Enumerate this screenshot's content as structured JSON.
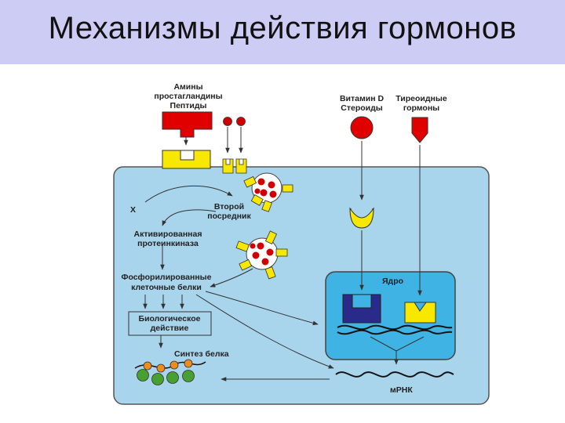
{
  "title": "Механизмы действия гормонов",
  "labels": {
    "amines": "Амины",
    "prostaglandins": "простагландины",
    "peptides": "Пептиды",
    "vitamin_d": "Витамин D",
    "steroids": "Стероиды",
    "thyroid_1": "Тиреоидные",
    "thyroid_2": "гормоны",
    "x": "X",
    "second_1": "Второй",
    "second_2": "посредник",
    "kinase_1": "Активированная",
    "kinase_2": "протеинкиназа",
    "phospho_1": "Фосфорилированные",
    "phospho_2": "клеточные белки",
    "bio_1": "Биологическое",
    "bio_2": "действие",
    "synthesis": "Синтез белка",
    "nucleus": "Ядро",
    "mrna": "мРНК"
  },
  "colors": {
    "title_bar": "#ccccf4",
    "cell": "#a8d4ec",
    "nucleus": "#3fb4e4",
    "hormone_red": "#e00000",
    "receptor_yellow": "#f8e800",
    "nuclear_receptor": "#2a2a8a",
    "ribosome_orange": "#f08c1c",
    "ribosome_green": "#48a030"
  }
}
